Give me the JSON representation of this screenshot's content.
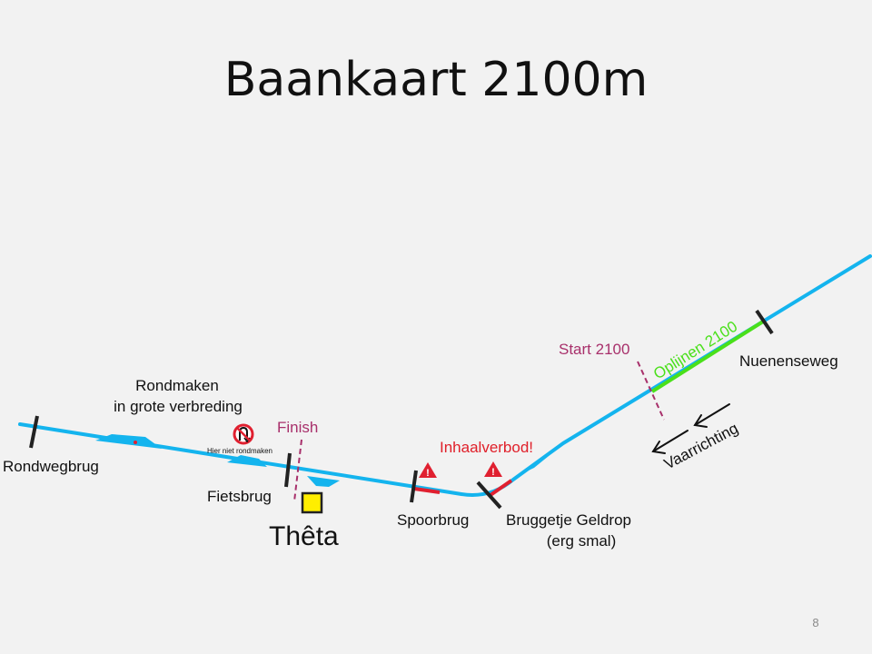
{
  "slide": {
    "title": "Baankaart 2100m",
    "page_number": "8"
  },
  "labels": {
    "rondwegbrug": "Rondwegbrug",
    "rondmaken_line1": "Rondmaken",
    "rondmaken_line2": "in grote verbreding",
    "hier_niet": "Hier niet rondmaken",
    "finish": "Finish",
    "fietsbrug": "Fietsbrug",
    "theta": "Thêta",
    "spoorbrug": "Spoorbrug",
    "inhaalverbod": "Inhaalverbod!",
    "bruggetje_line1": "Bruggetje Geldrop",
    "bruggetje_line2": "(erg smal)",
    "start": "Start 2100",
    "oplijnen": "Oplijnen 2100",
    "nuenenseweg": "Nuenenseweg",
    "vaarrichting": "Vaarrichting"
  },
  "icons": {
    "no_u_turn": "no-u-turn-sign",
    "warning": "warning-triangle",
    "boathouse": "yellow-square"
  },
  "colors": {
    "river": "#14b4ee",
    "bridge": "#222222",
    "restricted": "#e02030",
    "start_line": "#a8306b",
    "oplijnen": "#4ae01a",
    "boathouse": "#ffee00"
  }
}
